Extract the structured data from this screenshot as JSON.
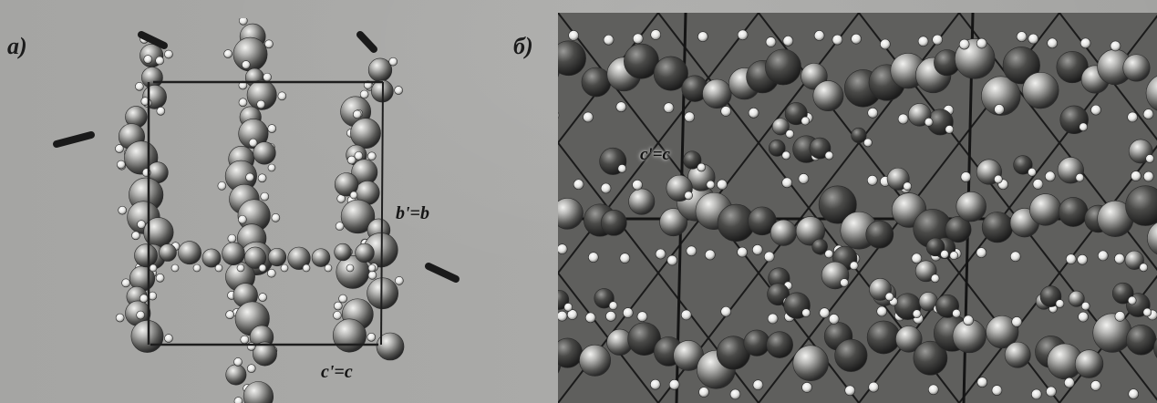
{
  "figure": {
    "panel_a": {
      "label": "a)",
      "axis_b": "b'=b",
      "axis_c": "c'=c"
    },
    "panel_b": {
      "label": "б)",
      "axis_c": "c'=c"
    }
  },
  "colors": {
    "page_background": "#a7a7a5",
    "atom_light": "#f2f2f0",
    "atom_dark": "#2a2a2a",
    "bond_line": "#1e1e1e",
    "label_text": "#1b1b1b"
  }
}
